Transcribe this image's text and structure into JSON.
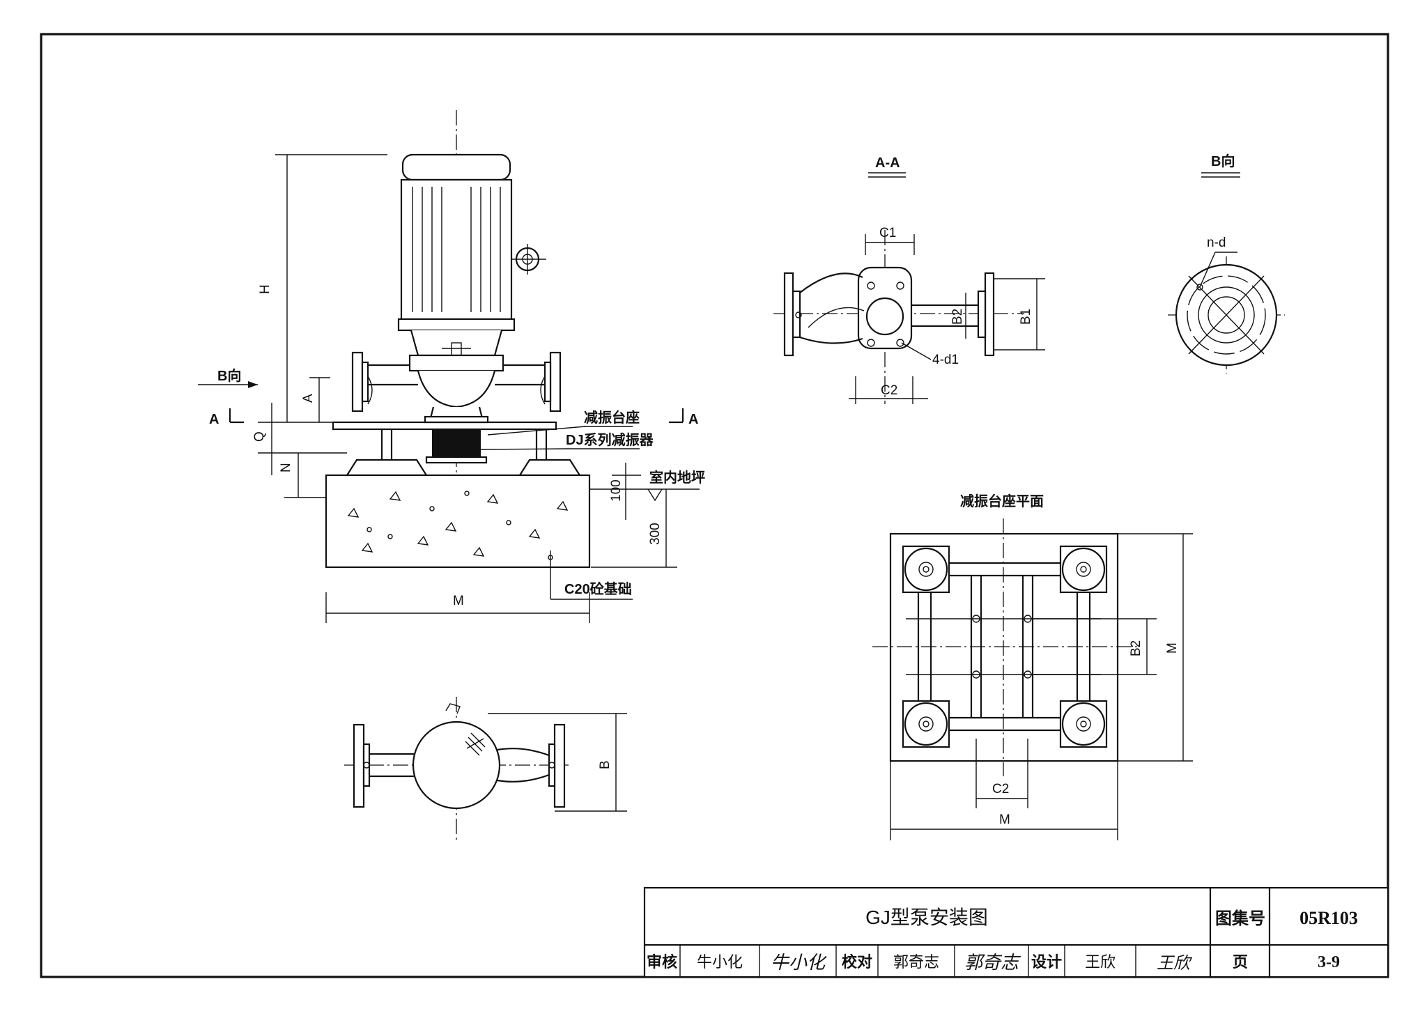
{
  "title_block": {
    "drawing_title": "GJ型泵安装图",
    "atlas_label": "图集号",
    "atlas_number": "05R103",
    "page_label": "页",
    "page_number": "3-9",
    "review_label": "审核",
    "reviewer": "牛小化",
    "reviewer_signature": "牛小化",
    "check_label": "校对",
    "checker": "郭奇志",
    "checker_signature": "郭奇志",
    "design_label": "设计",
    "designer": "王欣",
    "designer_signature": "王欣"
  },
  "elevation": {
    "dim_H": "H",
    "dim_A": "A",
    "dim_Q": "Q",
    "dim_N": "N",
    "dim_100": "100",
    "dim_300": "300",
    "dim_M": "M",
    "b_direction": "B向",
    "section_a_left": "A",
    "section_a_right": "A",
    "damping_base": "减振台座",
    "damper": "DJ系列减振器",
    "indoor_floor": "室内地坪",
    "foundation": "C20砼基础"
  },
  "plan_view": {
    "dim_B": "B"
  },
  "section_aa": {
    "title": "A-A",
    "dim_C1": "C1",
    "dim_C2": "C2",
    "dim_B1": "B1",
    "dim_B2": "B2",
    "holes": "4-d1"
  },
  "view_b": {
    "title": "B向",
    "holes": "n-d"
  },
  "base_plan": {
    "title": "减振台座平面",
    "dim_B2": "B2",
    "dim_M_vertical": "M",
    "dim_C2": "C2",
    "dim_M_horizontal": "M"
  }
}
